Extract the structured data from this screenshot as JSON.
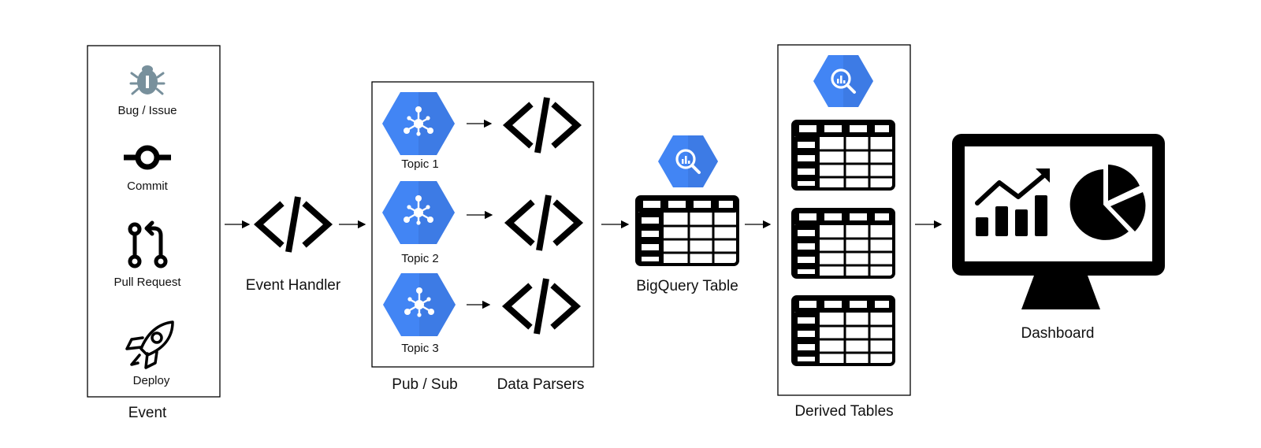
{
  "events": {
    "caption": "Event",
    "items": [
      {
        "label": "Bug / Issue",
        "icon": "bug-icon"
      },
      {
        "label": "Commit",
        "icon": "commit-icon"
      },
      {
        "label": "Pull Request",
        "icon": "pull-request-icon"
      },
      {
        "label": "Deploy",
        "icon": "rocket-icon"
      }
    ]
  },
  "event_handler": {
    "label": "Event Handler",
    "icon": "code-icon"
  },
  "pubsub": {
    "caption": "Pub / Sub",
    "parsers_caption": "Data Parsers",
    "topics": [
      {
        "label": "Topic 1",
        "icon": "pubsub-icon"
      },
      {
        "label": "Topic 2",
        "icon": "pubsub-icon"
      },
      {
        "label": "Topic 3",
        "icon": "pubsub-icon"
      }
    ],
    "parser_icon": "code-icon"
  },
  "bigquery_table": {
    "label": "BigQuery Table",
    "icon": "bigquery-icon"
  },
  "derived_tables": {
    "caption": "Derived Tables",
    "icon": "bigquery-icon",
    "table_count": 3
  },
  "dashboard": {
    "label": "Dashboard",
    "icon": "monitor-icon"
  },
  "colors": {
    "gcp_blue": "#4285f4",
    "gcp_blue_dark": "#3a73d9",
    "stroke": "#000000",
    "icon_grey": "#78909c"
  }
}
